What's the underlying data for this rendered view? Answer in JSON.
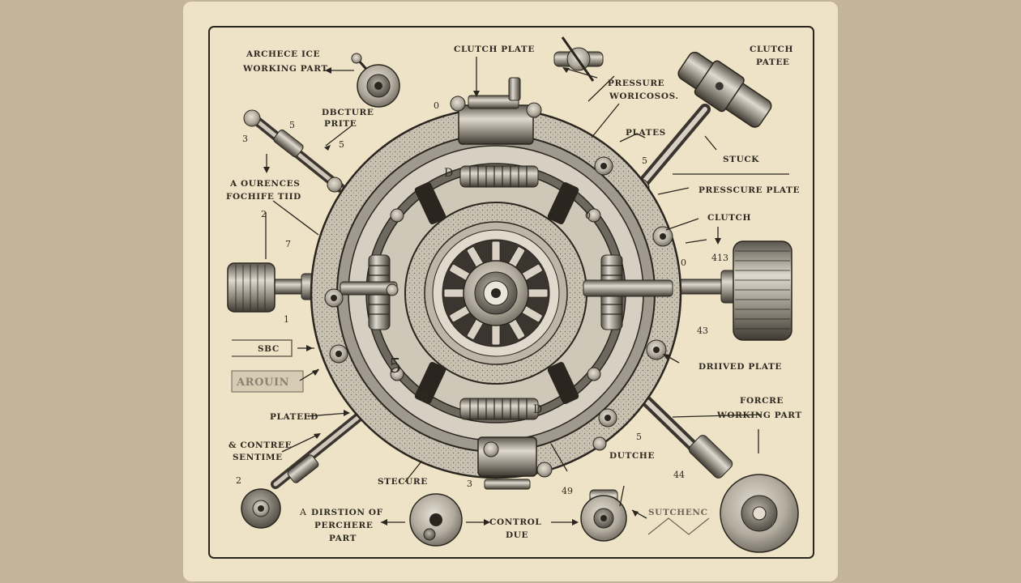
{
  "palette": {
    "backdrop": "#c4b49a",
    "paper": "#efe3c7",
    "ink": "#2a261f",
    "metal_light": "#d6cfc2",
    "metal_mid": "#9c968b",
    "metal_dark": "#4c4840"
  },
  "labels": {
    "archece_ice": "ARCHECE ICE",
    "working_part_top": "WORKING PART",
    "clutch_plate_top": "CLUTCH PLATE",
    "clutch_patee_1": "CLUTCH",
    "clutch_patee_2": "PATEE",
    "pressure_1": "PRESSURE",
    "pressure_2": "WORICOSOS.",
    "dbcture_1": "DBCTURE",
    "dbcture_2": "PRITE",
    "plates": "PLATES",
    "stuck": "STUCK",
    "ourences_1": "A OURENCES",
    "ourences_2": "FOCHIFE TIID",
    "pressure_plate": "PRESSCURE PLATE",
    "clutch_mid": "CLUTCH",
    "sbc": "SBC",
    "arouin": "AROUIN",
    "driven_plate": "DRIIVED PLATE",
    "force_1": "FORCRE",
    "force_2": "WORKING PART",
    "plated": "PLATEED",
    "contree_1": "& CONTREE",
    "contree_2": "SENTIME",
    "stecure": "STECURE",
    "dutche": "DUTCHE",
    "direction_1": "DIRSTION OF",
    "direction_2": "PERCHERE",
    "direction_3": "PART",
    "control_1": "CONTROL",
    "control_2": "DUE",
    "sutchenc": "SUTCHENC"
  },
  "numbers": {
    "n5_a": "5",
    "n3_a": "3",
    "n5_b": "5",
    "n0_a": "0",
    "n5_c": "5",
    "nA": "A",
    "n2": "2",
    "n7": "7",
    "n1": "1",
    "n43": "43",
    "n413": "413",
    "n2_b": "2",
    "n5_d": "5",
    "n3_b": "3",
    "n49": "49",
    "n44": "44",
    "nA2": "A",
    "nD1": "D",
    "nD2": "D",
    "nD3": "D",
    "n5_big": "5",
    "n0_b": "0",
    "n0_c": "0"
  }
}
